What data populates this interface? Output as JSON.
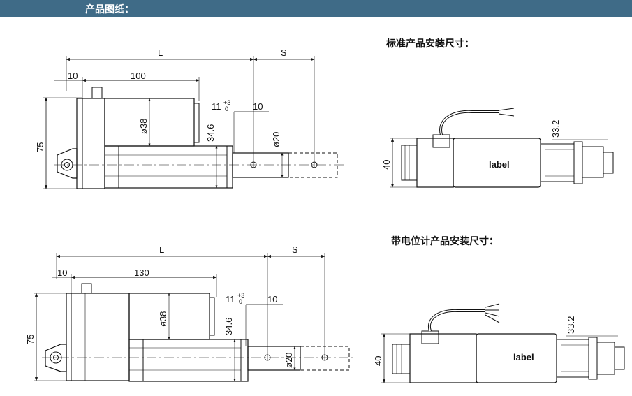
{
  "header": {
    "title": "产品图纸："
  },
  "sections": {
    "standard_title": "标准产品安装尺寸：",
    "potentiometer_title": "带电位计产品安装尺寸："
  },
  "drawing_top": {
    "L": "L",
    "S": "S",
    "d10a": "10",
    "d100": "100",
    "d11": "11",
    "tol_plus": "+3",
    "tol_zero": "0",
    "d10b": "10",
    "d38": "ø38",
    "d34_6": "34.6",
    "d20": "ø20",
    "d75": "75"
  },
  "drawing_bottom": {
    "L": "L",
    "S": "S",
    "d10a": "10",
    "d130": "130",
    "d11": "11",
    "tol_plus": "+3",
    "tol_zero": "0",
    "d10b": "10",
    "d38": "ø38",
    "d34_6": "34.6",
    "d20": "ø20",
    "d75": "75"
  },
  "side_top": {
    "d40": "40",
    "d33_2": "33.2",
    "label": "label"
  },
  "side_bottom": {
    "d40": "40",
    "d33_2": "33.2",
    "label": "label"
  }
}
